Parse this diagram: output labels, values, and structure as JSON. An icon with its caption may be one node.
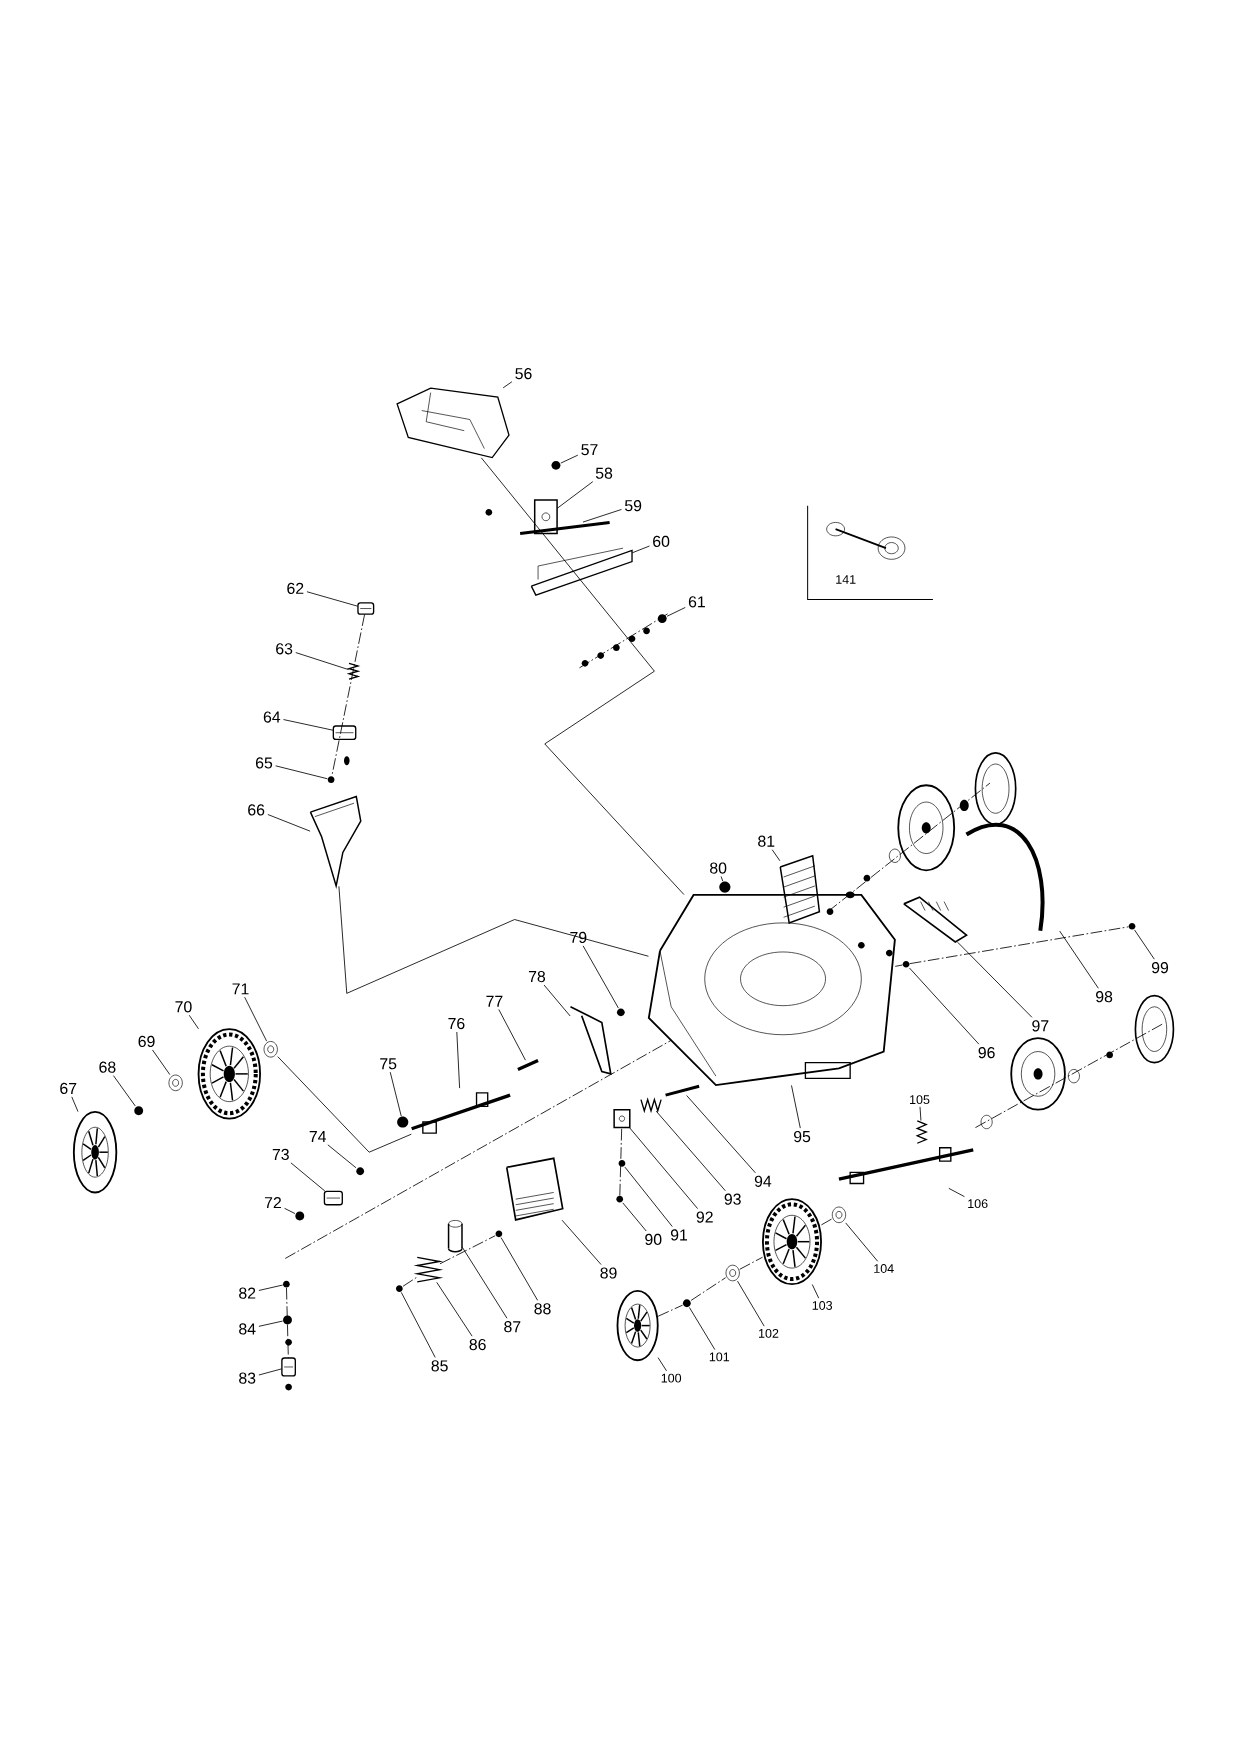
{
  "diagram": {
    "nodes": [
      {
        "text": [
          "56"
        ]
      },
      {
        "text": [],
        "shape": "picture"
      },
      {
        "text": [
          "57"
        ]
      },
      {
        "text": [],
        "shape": "picture"
      },
      {
        "text": [
          "58"
        ]
      },
      {
        "text": [],
        "shape": "picture"
      },
      {
        "text": [
          "59"
        ]
      },
      {
        "text": [],
        "shape": "picture"
      },
      {
        "text": [
          "60"
        ]
      },
      {
        "text": [],
        "shape": "picture"
      },
      {
        "text": [
          "61"
        ]
      },
      {
        "text": [],
        "shape": "picture"
      },
      {
        "text": [
          "62"
        ]
      },
      {
        "text": [],
        "shape": "picture"
      },
      {
        "text": [
          "63"
        ]
      },
      {
        "text": [],
        "shape": "picture"
      },
      {
        "text": [
          "64"
        ]
      },
      {
        "text": [],
        "shape": "picture"
      },
      {
        "text": [
          "65"
        ]
      },
      {
        "text": [],
        "shape": "picture"
      },
      {
        "text": [
          "66"
        ]
      },
      {
        "text": [],
        "shape": "picture"
      },
      {
        "text": [
          "67"
        ]
      },
      {
        "text": [],
        "shape": "picture"
      },
      {
        "text": [
          "68"
        ]
      },
      {
        "text": [],
        "shape": "picture"
      },
      {
        "text": [
          "69"
        ]
      },
      {
        "text": [],
        "shape": "picture"
      },
      {
        "text": [
          "70"
        ]
      },
      {
        "text": [],
        "shape": "picture"
      },
      {
        "text": [
          "71"
        ]
      },
      {
        "text": [],
        "shape": "picture"
      },
      {
        "text": [
          "72"
        ]
      },
      {
        "text": [],
        "shape": "picture"
      },
      {
        "text": [
          "73"
        ]
      },
      {
        "text": [],
        "shape": "picture"
      },
      {
        "text": [
          "74"
        ]
      },
      {
        "text": [],
        "shape": "picture"
      },
      {
        "text": [
          "75"
        ]
      },
      {
        "text": [],
        "shape": "picture"
      },
      {
        "text": [
          "76"
        ]
      },
      {
        "text": [],
        "shape": "picture"
      },
      {
        "text": [
          "77"
        ]
      },
      {
        "text": [],
        "shape": "picture"
      },
      {
        "text": [
          "78"
        ]
      },
      {
        "text": [],
        "shape": "picture"
      },
      {
        "text": [
          "79"
        ]
      },
      {
        "text": [],
        "shape": "picture"
      },
      {
        "text": [
          "80"
        ]
      },
      {
        "text": [],
        "shape": "picture"
      },
      {
        "text": [
          "81"
        ]
      },
      {
        "text": [],
        "shape": "picture"
      },
      {
        "text": [
          "82"
        ]
      },
      {
        "text": [],
        "shape": "picture"
      },
      {
        "text": [
          "84"
        ]
      },
      {
        "text": [],
        "shape": "picture"
      },
      {
        "text": [
          "83"
        ]
      },
      {
        "text": [],
        "shape": "picture"
      },
      {
        "text": [
          "85"
        ]
      },
      {
        "text": [],
        "shape": "picture"
      },
      {
        "text": [
          "86"
        ]
      },
      {
        "text": [],
        "shape": "picture"
      },
      {
        "text": [
          "87"
        ]
      },
      {
        "text": [],
        "shape": "cylinder"
      },
      {
        "text": [
          "88"
        ]
      },
      {
        "text": [],
        "shape": "picture"
      },
      {
        "text": [
          "89"
        ]
      },
      {
        "text": [],
        "shape": "picture"
      },
      {
        "text": [
          "90"
        ]
      },
      {
        "text": [],
        "shape": "picture"
      },
      {
        "text": [
          "91"
        ]
      },
      {
        "text": [],
        "shape": "picture"
      },
      {
        "text": [
          "92"
        ]
      },
      {
        "text": [],
        "shape": "picture"
      },
      {
        "text": [
          "93"
        ]
      },
      {
        "text": [],
        "shape": "picture"
      },
      {
        "text": [
          "94"
        ]
      },
      {
        "text": [],
        "shape": "picture"
      },
      {
        "text": [
          "95"
        ]
      },
      {
        "text": [],
        "shape": "picture"
      },
      {
        "text": [
          "96"
        ]
      },
      {
        "text": [],
        "shape": "picture"
      },
      {
        "text": [
          "97"
        ]
      },
      {
        "text": [],
        "shape": "picture"
      },
      {
        "text": [
          "98"
        ]
      },
      {
        "text": [],
        "shape": "picture"
      },
      {
        "text": [
          "99"
        ]
      },
      {
        "text": [],
        "shape": "picture"
      },
      {
        "text": [
          "100"
        ]
      },
      {
        "text": [],
        "shape": "picture"
      },
      {
        "text": [
          "101"
        ]
      },
      {
        "text": [],
        "shape": "picture"
      },
      {
        "text": [
          "102"
        ]
      },
      {
        "text": [],
        "shape": "picture"
      },
      {
        "text": [
          "103"
        ]
      },
      {
        "text": [],
        "shape": "picture"
      },
      {
        "text": [
          "104"
        ]
      },
      {
        "text": [],
        "shape": "picture"
      },
      {
        "text": [
          "105"
        ]
      },
      {
        "text": [],
        "shape": "picture"
      },
      {
        "text": [
          "106"
        ]
      },
      {
        "text": [],
        "shape": "picture"
      }
    ],
    "edges": [
      {
        "from": 0,
        "to": 1,
        "arrow": "none"
      },
      {
        "from": 2,
        "to": 3,
        "arrow": "none"
      },
      {
        "from": 4,
        "to": 5,
        "arrow": "none"
      },
      {
        "from": 6,
        "to": 7,
        "arrow": "none"
      },
      {
        "from": 8,
        "to": 9,
        "arrow": "none"
      },
      {
        "from": 10,
        "to": 11,
        "arrow": "none"
      },
      {
        "from": 12,
        "to": 13,
        "arrow": "none"
      },
      {
        "from": 14,
        "to": 15,
        "arrow": "none"
      },
      {
        "from": 16,
        "to": 17,
        "arrow": "none"
      },
      {
        "from": 18,
        "to": 19,
        "arrow": "none"
      },
      {
        "from": 20,
        "to": 21,
        "arrow": "none"
      },
      {
        "from": 22,
        "to": 23,
        "arrow": "none"
      },
      {
        "from": 24,
        "to": 25,
        "arrow": "none"
      },
      {
        "from": 26,
        "to": 27,
        "arrow": "none"
      },
      {
        "from": 28,
        "to": 29,
        "arrow": "none"
      },
      {
        "from": 30,
        "to": 31,
        "arrow": "none"
      },
      {
        "from": 32,
        "to": 33,
        "arrow": "none"
      },
      {
        "from": 34,
        "to": 35,
        "arrow": "none"
      },
      {
        "from": 36,
        "to": 37,
        "arrow": "none"
      },
      {
        "from": 38,
        "to": 39,
        "arrow": "none"
      },
      {
        "from": 40,
        "to": 41,
        "arrow": "none"
      },
      {
        "from": 42,
        "to": 43,
        "arrow": "none"
      },
      {
        "from": 44,
        "to": 45,
        "arrow": "none"
      },
      {
        "from": 46,
        "to": 47,
        "arrow": "none"
      },
      {
        "from": 48,
        "to": 49,
        "arrow": "none"
      },
      {
        "from": 50,
        "to": 51,
        "arrow": "none"
      },
      {
        "from": 52,
        "to": 53,
        "arrow": "none"
      },
      {
        "from": 54,
        "to": 55,
        "arrow": "none"
      },
      {
        "from": 56,
        "to": 57,
        "arrow": "none"
      },
      {
        "from": 58,
        "to": 59,
        "arrow": "none"
      },
      {
        "from": 60,
        "to": 61,
        "arrow": "none"
      },
      {
        "from": 62,
        "to": 63,
        "arrow": "none"
      },
      {
        "from": 64,
        "to": 65,
        "arrow": "none"
      },
      {
        "from": 66,
        "to": 67,
        "arrow": "none"
      },
      {
        "from": 68,
        "to": 69,
        "arrow": "none"
      },
      {
        "from": 70,
        "to": 71,
        "arrow": "none"
      },
      {
        "from": 72,
        "to": 73,
        "arrow": "none"
      },
      {
        "from": 74,
        "to": 75,
        "arrow": "none"
      },
      {
        "from": 76,
        "to": 77,
        "arrow": "none"
      },
      {
        "from": 78,
        "to": 79,
        "arrow": "none"
      },
      {
        "from": 80,
        "to": 81,
        "arrow": "none"
      },
      {
        "from": 82,
        "to": 83,
        "arrow": "none"
      },
      {
        "from": 84,
        "to": 85,
        "arrow": "none"
      },
      {
        "from": 86,
        "to": 87,
        "arrow": "none"
      },
      {
        "from": 88,
        "to": 89,
        "arrow": "none"
      },
      {
        "from": 90,
        "to": 91,
        "arrow": "none"
      },
      {
        "from": 92,
        "to": 93,
        "arrow": "none"
      },
      {
        "from": 94,
        "to": 95,
        "arrow": "none"
      },
      {
        "from": 96,
        "to": 97,
        "arrow": "none"
      },
      {
        "from": 98,
        "to": 99,
        "arrow": "none"
      },
      {
        "from": 100,
        "to": 101,
        "arrow": "none"
      },
      {
        "from": 1,
        "to": 79,
        "arrow": "none"
      },
      {
        "from": 21,
        "to": 79,
        "arrow": "none"
      },
      {
        "from": 31,
        "to": 41,
        "arrow": "none"
      },
      {
        "from": 13,
        "to": 19,
        "arrow": "none",
        "style": "dashed"
      },
      {
        "from": 53,
        "to": 57,
        "arrow": "none",
        "style": "dashed"
      },
      {
        "from": 59,
        "to": 61,
        "arrow": "none",
        "style": "dashed"
      },
      {
        "from": 69,
        "to": 73,
        "arrow": "none",
        "style": "dashed"
      },
      {
        "from": 79,
        "to": 81,
        "arrow": "none",
        "style": "dashed"
      },
      {
        "from": 89,
        "to": 91,
        "arrow": "none",
        "style": "dashed"
      },
      {
        "from": 61,
        "to": 65,
        "arrow": "none",
        "style": "dashed"
      },
      {
        "from": 81,
        "to": 87,
        "arrow": "none",
        "style": "dashed"
      },
      {
        "from": 91,
        "to": 93,
        "arrow": "none",
        "style": "dashed"
      },
      {
        "from": 93,
        "to": 95,
        "arrow": "none",
        "style": "dashed"
      },
      {
        "from": 95,
        "to": 97,
        "arrow": "none",
        "style": "dashed"
      }
    ],
    "labels": [
      "141"
    ]
  }
}
